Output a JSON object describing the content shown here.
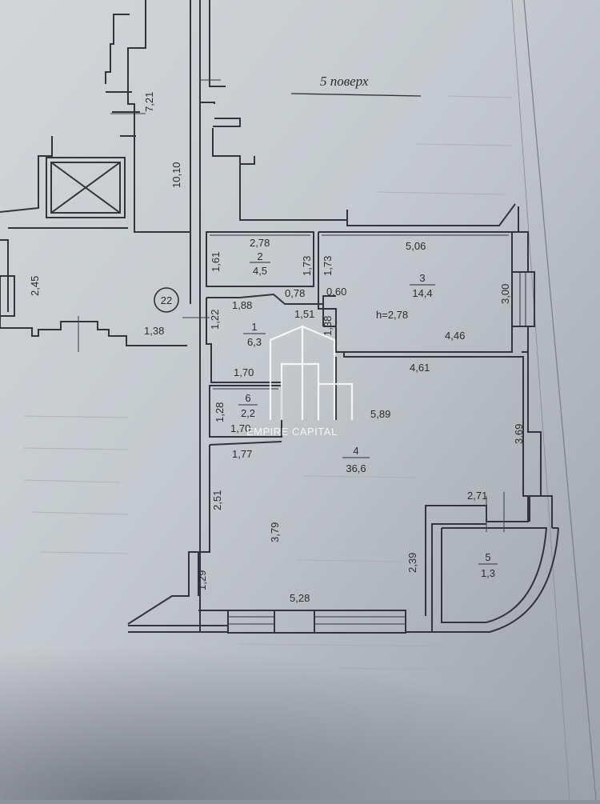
{
  "floor_title": "5 поверх",
  "apartment_number": "22",
  "watermark": "EMPIRE CAPITAL",
  "ceiling_height": "h=2,78",
  "rooms": [
    {
      "number": "1",
      "area": "6,3"
    },
    {
      "number": "2",
      "area": "4,5"
    },
    {
      "number": "3",
      "area": "14,4"
    },
    {
      "number": "4",
      "area": "36,6"
    },
    {
      "number": "5",
      "area": "1,3"
    },
    {
      "number": "6",
      "area": "2,2"
    }
  ],
  "dimensions": {
    "corridor_1": "7,21",
    "corridor_2": "10,10",
    "stair_left": "2,45",
    "landing": "1,38",
    "r2_width": "2,78",
    "r2_left": "1,61",
    "r2_right": "1,73",
    "r2_bottom": "0,78",
    "r3_top": "5,06",
    "r3_left": "1,73",
    "r3_right": "3,00",
    "r3_bottom_left": "0,60",
    "r3_bottom": "4,46",
    "r1_top": "1,88",
    "r1_left": "1,22",
    "r1_right": "1,51",
    "r1_side": "1,38",
    "r1_bottom": "1,70",
    "r6_left": "1,28",
    "r6_bottom": "1,70",
    "r4_top": "4,61",
    "r4_mid": "5,89",
    "r4_right": "3,69",
    "r4_left_top": "1,77",
    "r4_left_1": "2,51",
    "r4_left_2": "3,79",
    "r4_left_3": "1,29",
    "r4_bottom": "5,28",
    "r4_niche": "2,39",
    "balcony_top": "2,71"
  }
}
